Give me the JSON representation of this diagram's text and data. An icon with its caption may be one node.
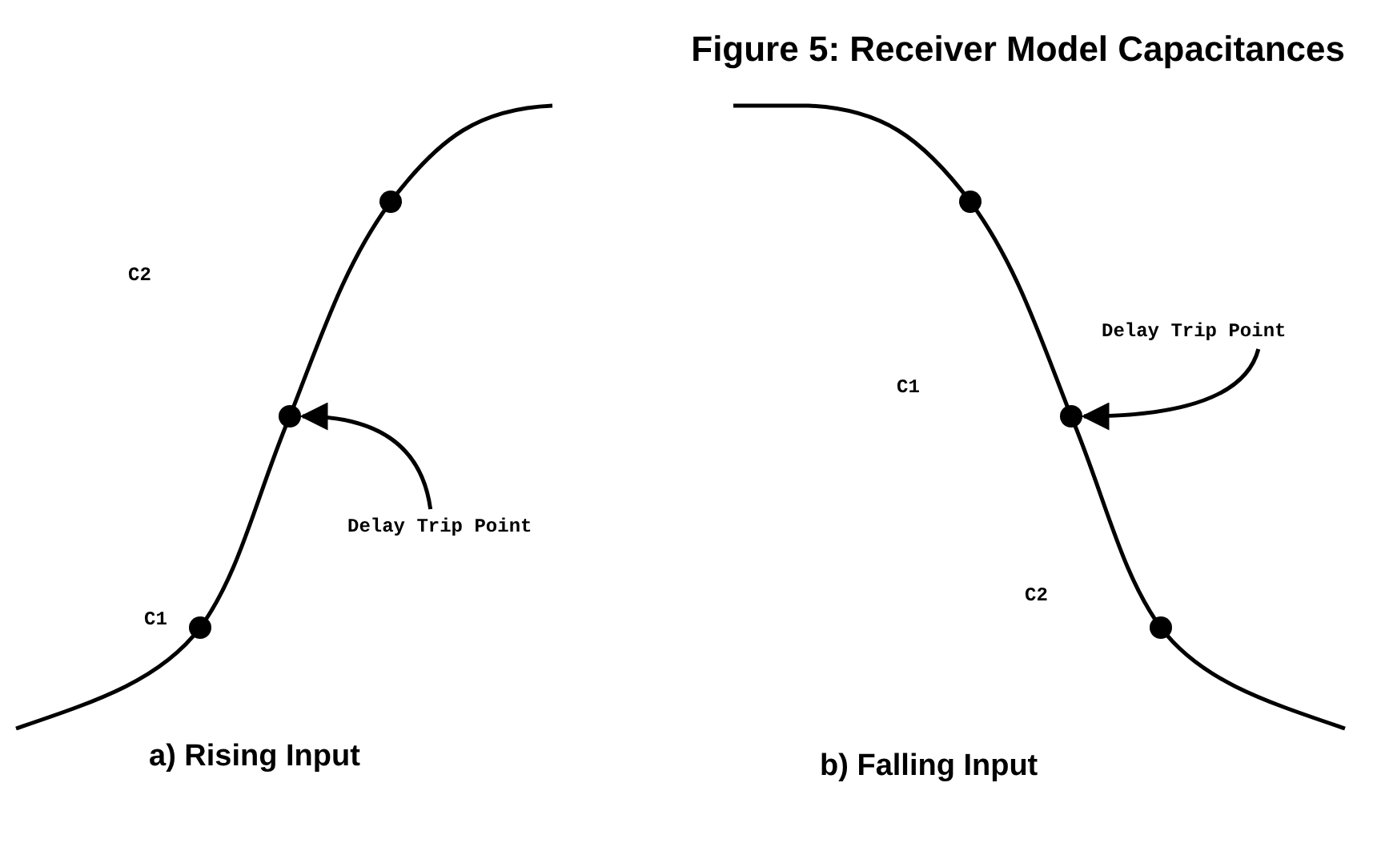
{
  "diagram": {
    "title": "Figure 5: Receiver Model Capacitances",
    "nodes": [
      {
        "text": [
          "Delay Trip Point"
        ]
      },
      {
        "text": [],
        "shape": "circle"
      },
      {
        "text": [],
        "shape": "circle"
      },
      {
        "text": [
          "Delay Trip Point"
        ]
      }
    ],
    "edges": [
      {
        "from": 3,
        "to": 1,
        "arrow": "to"
      },
      {
        "from": 0,
        "to": 2,
        "arrow": "to"
      }
    ],
    "labels": [
      "C2",
      "C1",
      "C1",
      "C2",
      "a) Rising Input",
      "b) Falling Input"
    ]
  }
}
